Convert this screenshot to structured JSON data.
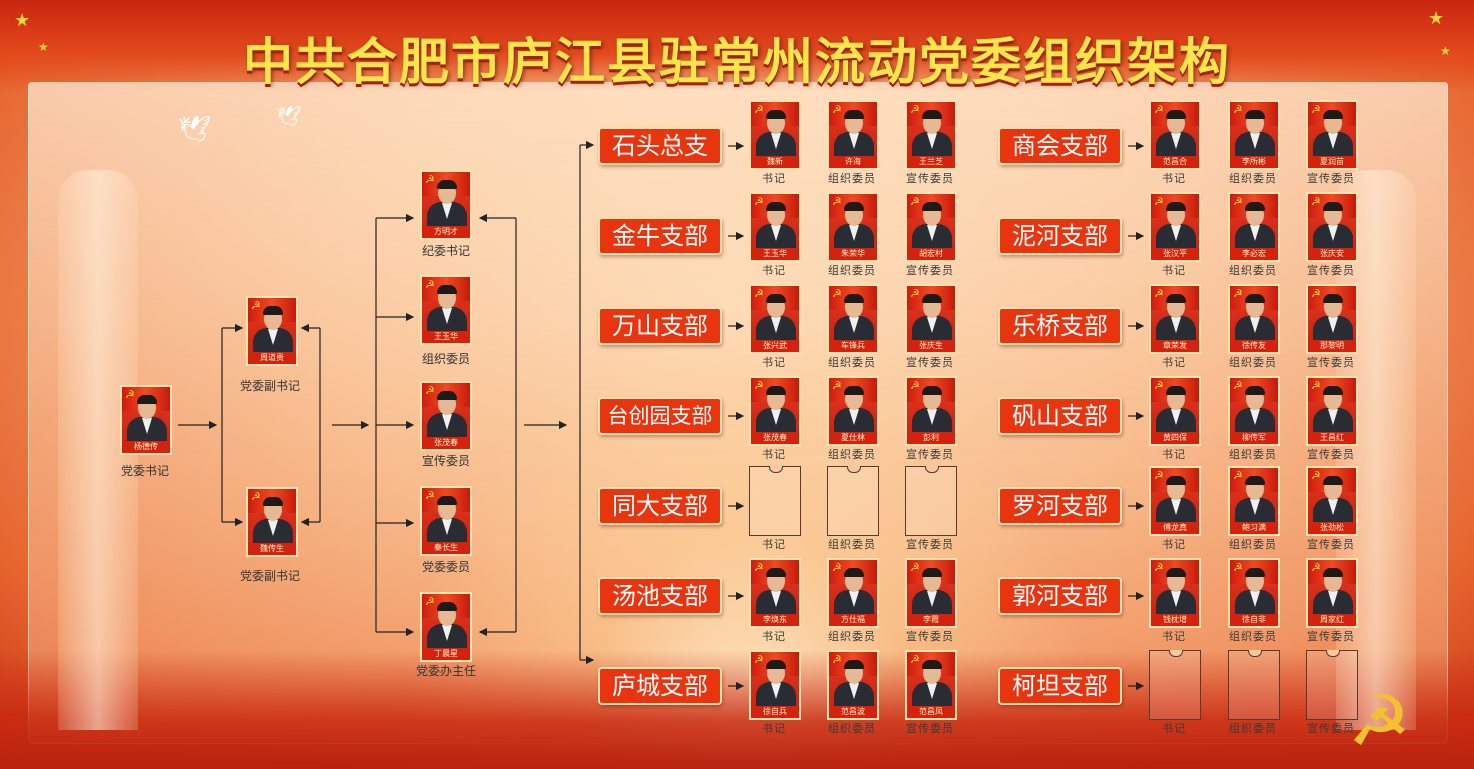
{
  "title": "中共合肥市庐江县驻常州流动党委组织架构",
  "colors": {
    "accent": "#e8340f",
    "title": "#ffe44a",
    "frame": "#fbe2b0"
  },
  "icons": {
    "party_emblem": "hammer-sickle-icon",
    "star": "star-icon",
    "dove": "dove-icon"
  },
  "leaders": {
    "secretary": {
      "name": "杨德传",
      "role": "党委书记"
    },
    "deputies": [
      {
        "name": "周道贵",
        "role": "党委副书记"
      },
      {
        "name": "魏传生",
        "role": "党委副书记"
      }
    ],
    "members": [
      {
        "name": "方明才",
        "role": "纪委书记"
      },
      {
        "name": "王玉华",
        "role": "组织委员"
      },
      {
        "name": "张茂春",
        "role": "宣传委员"
      },
      {
        "name": "秦长生",
        "role": "党委委员"
      },
      {
        "name": "丁晨星",
        "role": "党委办主任"
      }
    ]
  },
  "roles": {
    "secretary": "书记",
    "organization": "组织委员",
    "publicity": "宣传委员"
  },
  "branches_left": [
    {
      "name": "石头总支",
      "people": [
        "魏新",
        "许海",
        "王兰芝"
      ]
    },
    {
      "name": "金牛支部",
      "people": [
        "王玉华",
        "朱荣华",
        "胡宏村"
      ]
    },
    {
      "name": "万山支部",
      "people": [
        "张兴武",
        "车锋兵",
        "张庆生"
      ]
    },
    {
      "name": "台创园支部",
      "people": [
        "张茂春",
        "夏仕林",
        "彭利"
      ]
    },
    {
      "name": "同大支部",
      "people": [
        "",
        "",
        ""
      ]
    },
    {
      "name": "汤池支部",
      "people": [
        "李焕东",
        "方仕福",
        "李霞"
      ]
    },
    {
      "name": "庐城支部",
      "people": [
        "徐自兵",
        "范昌波",
        "范昌凤"
      ]
    }
  ],
  "branches_right": [
    {
      "name": "商会支部",
      "people": [
        "范昌合",
        "李所彬",
        "夏润苗"
      ]
    },
    {
      "name": "泥河支部",
      "people": [
        "张汉平",
        "李必宏",
        "张庆安"
      ]
    },
    {
      "name": "乐桥支部",
      "people": [
        "章荣发",
        "徐传友",
        "那黎明"
      ]
    },
    {
      "name": "矾山支部",
      "people": [
        "黄四保",
        "柳传军",
        "王昌红"
      ]
    },
    {
      "name": "罗河支部",
      "people": [
        "傅龙真",
        "鲍习满",
        "张劲松"
      ]
    },
    {
      "name": "郭河支部",
      "people": [
        "钱枕增",
        "徐自非",
        "周家红"
      ]
    },
    {
      "name": "柯坦支部",
      "people": [
        "",
        "",
        ""
      ]
    }
  ]
}
